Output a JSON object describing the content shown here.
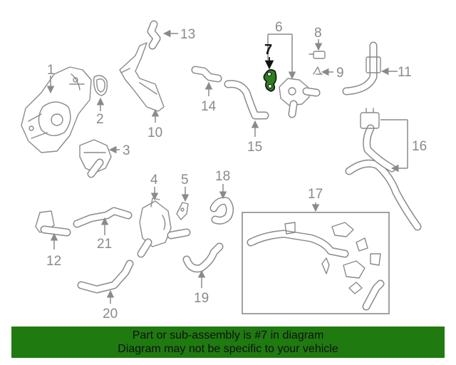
{
  "callouts": [
    "1",
    "2",
    "3",
    "4",
    "5",
    "6",
    "7",
    "8",
    "9",
    "10",
    "11",
    "12",
    "13",
    "14",
    "15",
    "16",
    "17",
    "18",
    "19",
    "20",
    "21"
  ],
  "highlighted_part": "7",
  "highlight_color": "#2e7d1e",
  "banner": {
    "line1": "Part or sub-assembly is #7 in diagram",
    "line2": "Diagram may not be specific to your vehicle",
    "background": "#1f7a10"
  }
}
